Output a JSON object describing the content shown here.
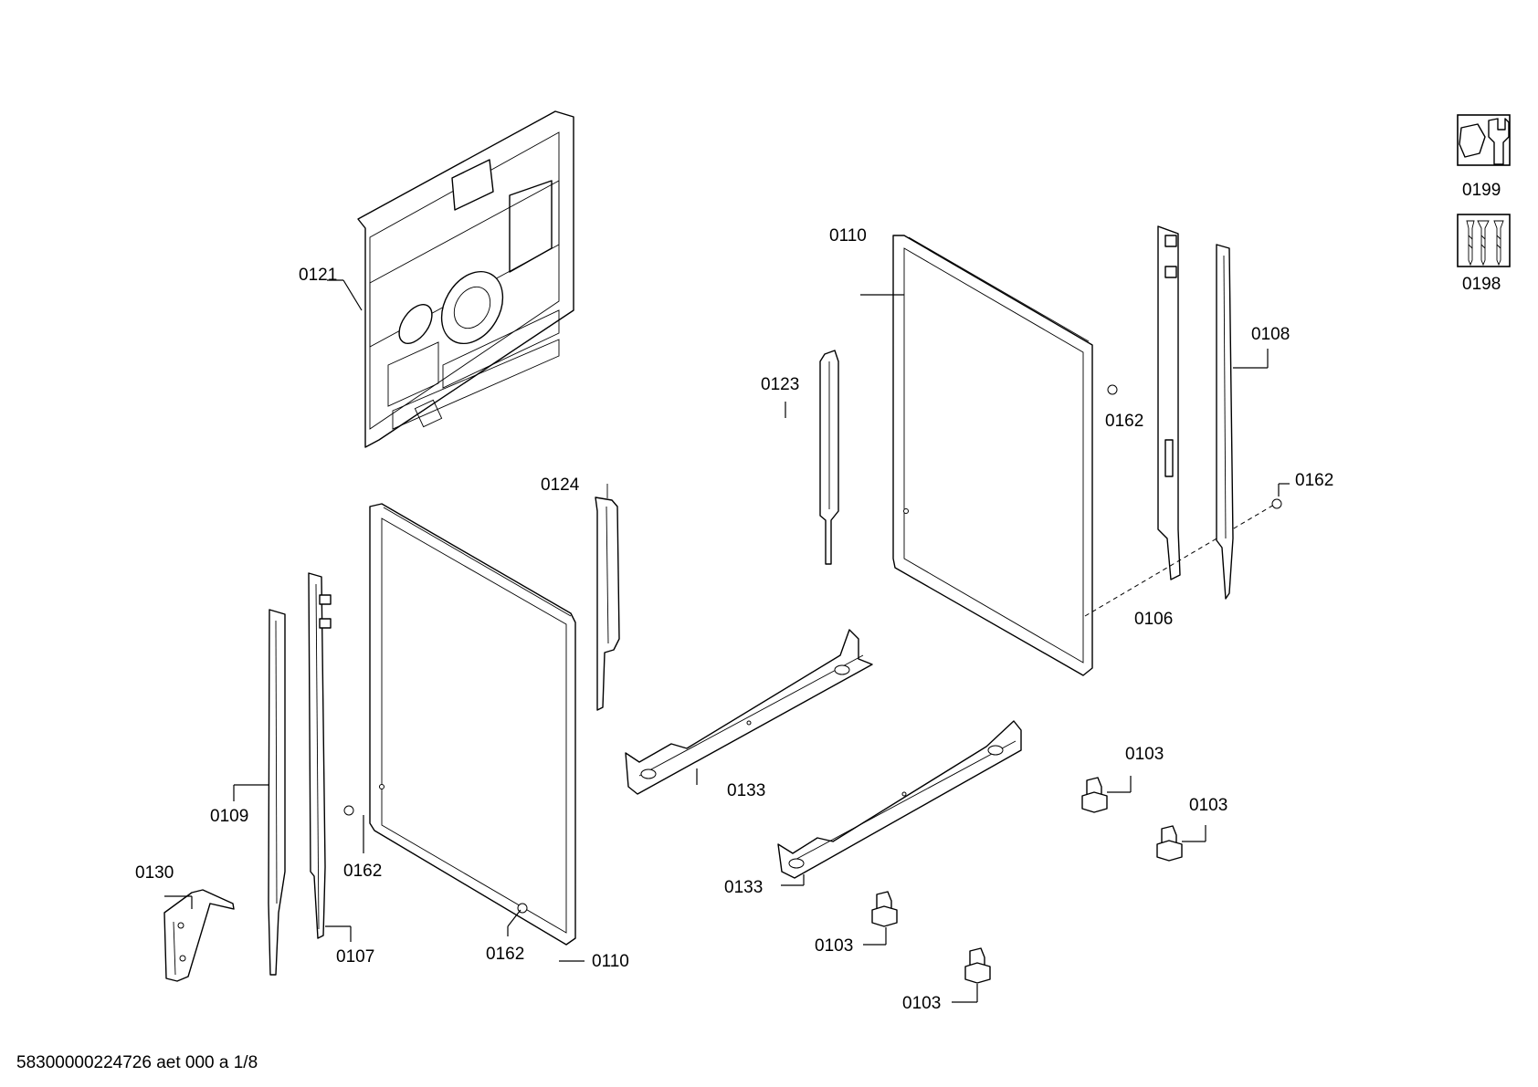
{
  "labels": {
    "p0121": "0121",
    "p0110_top": "0110",
    "p0110_bottom": "0110",
    "p0123": "0123",
    "p0124": "0124",
    "p0162_a": "0162",
    "p0162_b": "0162",
    "p0162_c": "0162",
    "p0162_d": "0162",
    "p0108": "0108",
    "p0106": "0106",
    "p0109": "0109",
    "p0107": "0107",
    "p0130": "0130",
    "p0133_a": "0133",
    "p0133_b": "0133",
    "p0103_a": "0103",
    "p0103_b": "0103",
    "p0103_c": "0103",
    "p0103_d": "0103",
    "p0199": "0199",
    "p0198": "0198"
  },
  "icons": {
    "service_kit": "wrench-nut-icon",
    "screw_kit": "screws-icon"
  },
  "footer": {
    "document_id": "58300000224726 aet 000 a 1/8"
  }
}
